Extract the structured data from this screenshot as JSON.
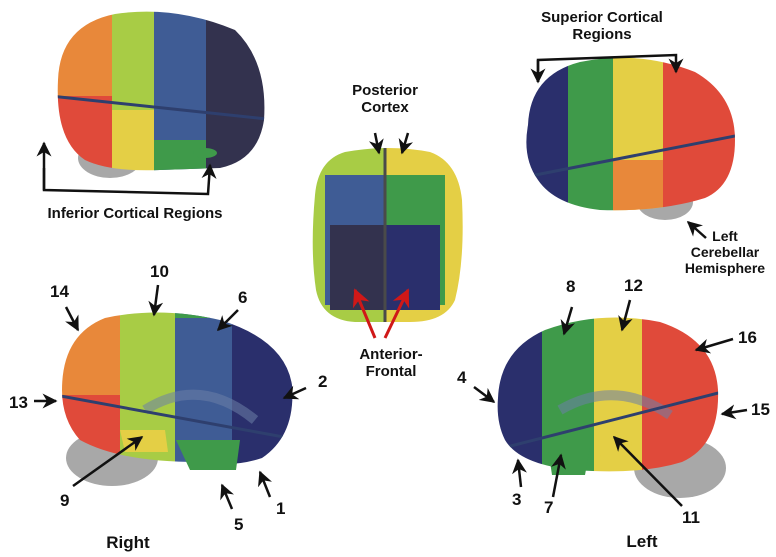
{
  "labels": {
    "superior": "Superior Cortical Regions",
    "inferior": "Inferior Cortical Regions",
    "posterior": "Posterior Cortex",
    "anterior": "Anterior-Frontal",
    "cerebellar": "Left Cerebellar Hemisphere",
    "right": "Right",
    "left": "Left"
  },
  "region_numbers": [
    "1",
    "2",
    "3",
    "4",
    "5",
    "6",
    "7",
    "8",
    "9",
    "10",
    "11",
    "12",
    "13",
    "14",
    "15",
    "16"
  ],
  "colors": {
    "orange": "#e8883a",
    "red": "#e04a3a",
    "lime": "#a8cc45",
    "green": "#3f9a4a",
    "yellow": "#e4cf45",
    "blue": "#3f5c95",
    "navy": "#2a2f6c",
    "dark": "#33324e",
    "cerebellum": "#a8a8a8",
    "arrow_red": "#d01818"
  }
}
